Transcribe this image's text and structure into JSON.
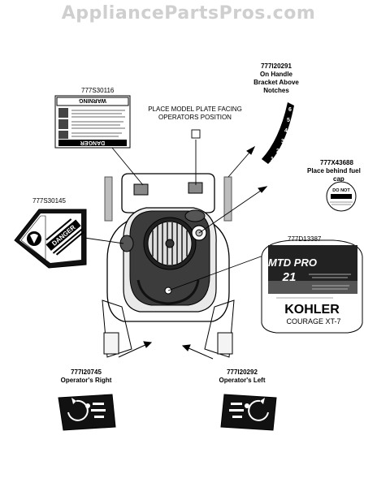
{
  "watermark": "AppliancePartsPros.com",
  "labels": {
    "top_decal_part": "777S30116",
    "model_plate_note_1": "PLACE MODEL PLATE FACING",
    "model_plate_note_2": "OPERATORS POSITION",
    "handle_part": "777I20291",
    "handle_note_1": "On Handle",
    "handle_note_2": "Bracket Above",
    "handle_note_3": "Notches",
    "fuel_part": "777X43688",
    "fuel_note_1": "Place behind fuel",
    "fuel_note_2": "cap",
    "left_decal_part": "777S30145",
    "engine_decal_part": "777D13387",
    "right_control_part": "777I20745",
    "right_control_note": "Operator's Right",
    "left_control_part": "777I20292",
    "left_control_note": "Operator's Left"
  },
  "decal_text": {
    "danger": "DANGER",
    "warning": "WARNING",
    "do_not": "DO NOT",
    "brand": "MTD PRO",
    "size": "21",
    "kohler": "KOHLER",
    "courage": "COURAGE XT-7",
    "handle_notches": [
      "1",
      "2",
      "3",
      "4",
      "5",
      "6"
    ]
  }
}
